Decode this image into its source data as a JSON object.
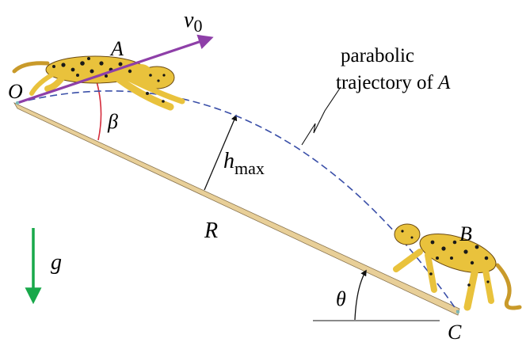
{
  "labels": {
    "O": "O",
    "A": "A",
    "v0_main": "v",
    "v0_sub": "0",
    "beta": "β",
    "h_main": "h",
    "h_sub": "max",
    "R": "R",
    "g": "g",
    "theta": "θ",
    "B": "B",
    "C": "C",
    "traj_line1": "parabolic",
    "traj_line2_text": "trajectory of ",
    "traj_line2_var": "A"
  },
  "colors": {
    "slope": "#e8cf98",
    "slope_edge": "#8a7550",
    "velocity": "#8e3fa8",
    "trajectory": "#3a4fa8",
    "gravity": "#18a84a",
    "beta_arc": "#d42a3a",
    "leopard_body": "#e9c23c",
    "leopard_spots": "#1a1a1a"
  },
  "icons": {
    "leopard_A": "leaping-leopard-icon",
    "leopard_B": "walking-leopard-icon"
  }
}
